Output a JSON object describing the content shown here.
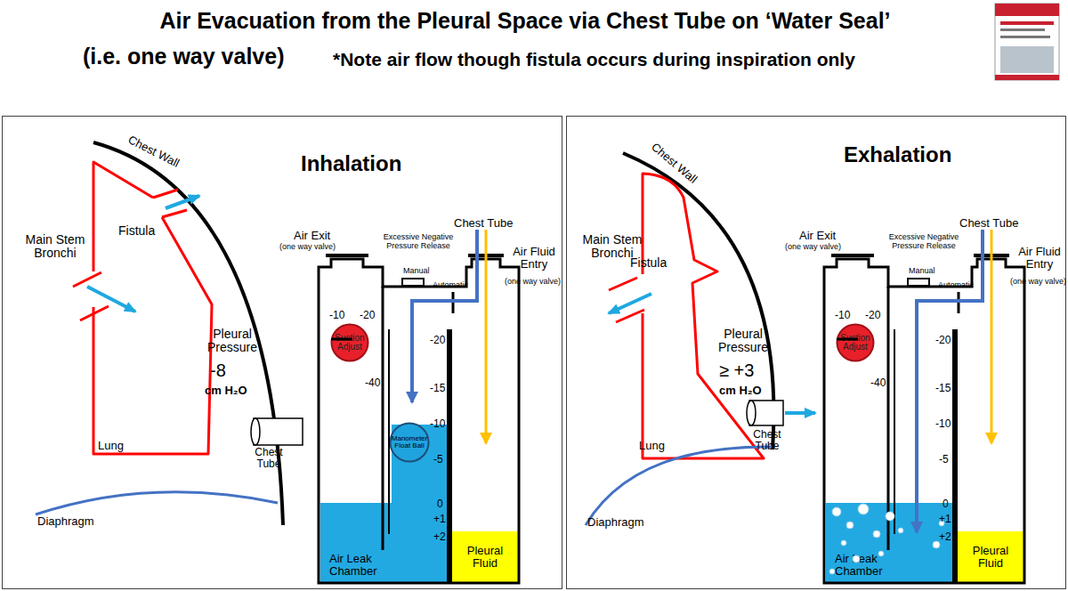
{
  "diagram": {
    "title": "Air Evacuation from the Pleural Space via Chest Tube on ‘Water Seal’",
    "nodes": [
      {
        "text": [
          "Inhalation"
        ]
      },
      {
        "text": [
          "Suction Adjust"
        ],
        "in": 0
      },
      {
        "text": [
          "Manometer Float Ball"
        ],
        "in": 0
      },
      {
        "text": [
          "Air Leak Chamber"
        ],
        "in": 0
      },
      {
        "text": [
          "Pleural Fluid"
        ],
        "in": 0
      },
      {
        "text": [
          "Exhalation"
        ]
      },
      {
        "text": [
          "Suction Adjust"
        ],
        "in": 5
      },
      {
        "text": [
          "Manometer Float Ball"
        ],
        "in": 5
      },
      {
        "text": [
          "Air Leak Chamber"
        ],
        "in": 5
      },
      {
        "text": [
          "Pleural Fluid"
        ],
        "in": 5
      }
    ],
    "labels": [
      "(i.e. one way valve)",
      "*Note air flow though fistula occurs during inspiration only",
      "Chest Wall",
      "Main Stem Bronchi",
      "Fistula",
      "Pleural Pressure",
      "-8",
      "cm H₂O",
      "Lung",
      "Chest Tube",
      "Diaphragm",
      "Air Exit",
      "(one way valve)",
      "Excessive Negative Pressure Release",
      "Manual",
      "Automatic",
      "Chest Tube",
      "Air Fluid Entry",
      "(one way valve)",
      "-10",
      "-20",
      "-40",
      "-20",
      "-15",
      "-10",
      "-5",
      "0",
      "+1",
      "+2",
      "Chest Wall",
      "Main Stem Bronchi",
      "Fistula",
      "Pleural Pressure",
      "≥ +3",
      "cm H₂O",
      "Lung",
      "Chest Tube",
      "Diaphragm",
      "Air Exit",
      "(one way valve)",
      "Excessive Negative Pressure Release",
      "Manual",
      "Automatic",
      "Chest Tube",
      "Air Fluid Entry",
      "(one way valve)",
      "-10",
      "-20",
      "-40",
      "-20",
      "-15",
      "-10",
      "-5",
      "0",
      "+1",
      "+2"
    ]
  }
}
